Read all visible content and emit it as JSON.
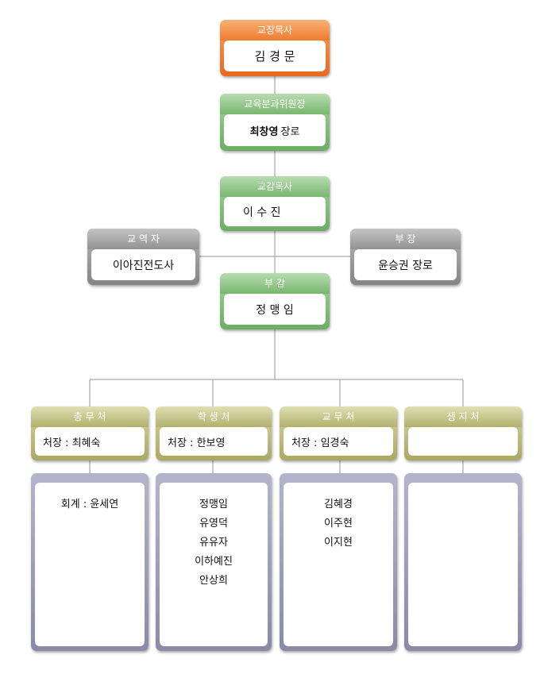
{
  "chaplain": {
    "title": "교장목사",
    "name": "김 경 문"
  },
  "committee": {
    "title": "교육분과위원장",
    "name": "최창영",
    "suffix": "장로"
  },
  "vice_principal": {
    "title": "교감목사",
    "name": "이 수 진"
  },
  "minister": {
    "title": "교 역 자",
    "name": "이아진전도사"
  },
  "deputy_head": {
    "title": "부 장",
    "name": "윤승권 장로"
  },
  "deputy_principal": {
    "title": "부 감",
    "name": "정 맹 임"
  },
  "departments": [
    {
      "title": "총 무 처",
      "head": "처장 : 최혜숙",
      "members": [
        "회계 : 윤세연"
      ]
    },
    {
      "title": "학 생 처",
      "head": "처장 : 한보영",
      "members": [
        "정맹임",
        "유영덕",
        "유유자",
        "이하예진",
        "안상희"
      ]
    },
    {
      "title": "교 무 처",
      "head": "처장 : 임경숙",
      "members": [
        "김혜경",
        "이주현",
        "이지현"
      ]
    },
    {
      "title": "생 지 처",
      "head": "",
      "members": []
    }
  ],
  "colors": {
    "top": "#e8691d",
    "leadership": "#6cad64",
    "side": "#858585",
    "department": "#aaa864",
    "members": "#8a8aa8",
    "connector": "#a6a6a6"
  }
}
